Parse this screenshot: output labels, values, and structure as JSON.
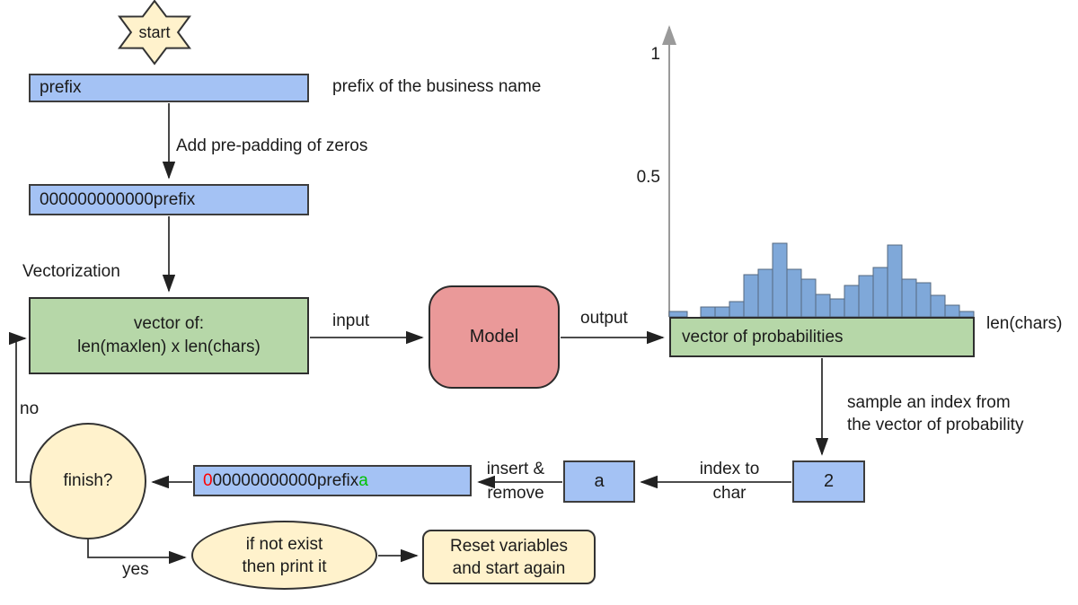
{
  "palette": {
    "blue_fill": "#a4c2f4",
    "green_fill": "#b6d7a8",
    "model_fill": "#ea9999",
    "beige_fill": "#fff2cc",
    "bar_fill": "#7fa8d9",
    "bar_stroke": "#56687f",
    "axis_gray": "#999999",
    "arrow_color": "#222222",
    "char_red": "#ff0000",
    "char_green": "#00c200"
  },
  "flow": {
    "start_label": "start",
    "prefix_box": "prefix",
    "prefix_note": "prefix of the business name",
    "padding_label": "Add pre-padding of zeros",
    "padded_box": "000000000000prefix",
    "vectorization_label": "Vectorization",
    "vector_box_line1": "vector of:",
    "vector_box_line2": "len(maxlen) x len(chars)",
    "input_label": "input",
    "model_box": "Model",
    "output_label": "output",
    "prob_box": "vector of probabilities",
    "sample_note_line1": "sample an index from",
    "sample_note_line2": "the vector of probability",
    "index_box": "2",
    "index_to_char_line1": "index to",
    "index_to_char_line2": "char",
    "char_box": "a",
    "insert_remove_line1": "insert &",
    "insert_remove_line2": "remove",
    "result_first_char": "0",
    "result_middle": "00000000000prefix",
    "result_last_char": "a",
    "finish_label": "finish?",
    "no_label": "no",
    "yes_label": "yes",
    "exist_line1": "if not exist",
    "exist_line2": "then print it",
    "reset_line1": "Reset variables",
    "reset_line2": "and start again"
  },
  "chart_data": {
    "type": "bar",
    "xlabel": "len(chars)",
    "y_ticks": [
      "1",
      "0.5"
    ],
    "ylim": [
      0,
      1
    ],
    "grid": false,
    "values": [
      0.02,
      0.035,
      0.035,
      0.055,
      0.15,
      0.17,
      0.26,
      0.17,
      0.135,
      0.08,
      0.065,
      0.11,
      0.145,
      0.175,
      0.255,
      0.135,
      0.12,
      0.075,
      0.04,
      0.02
    ]
  }
}
